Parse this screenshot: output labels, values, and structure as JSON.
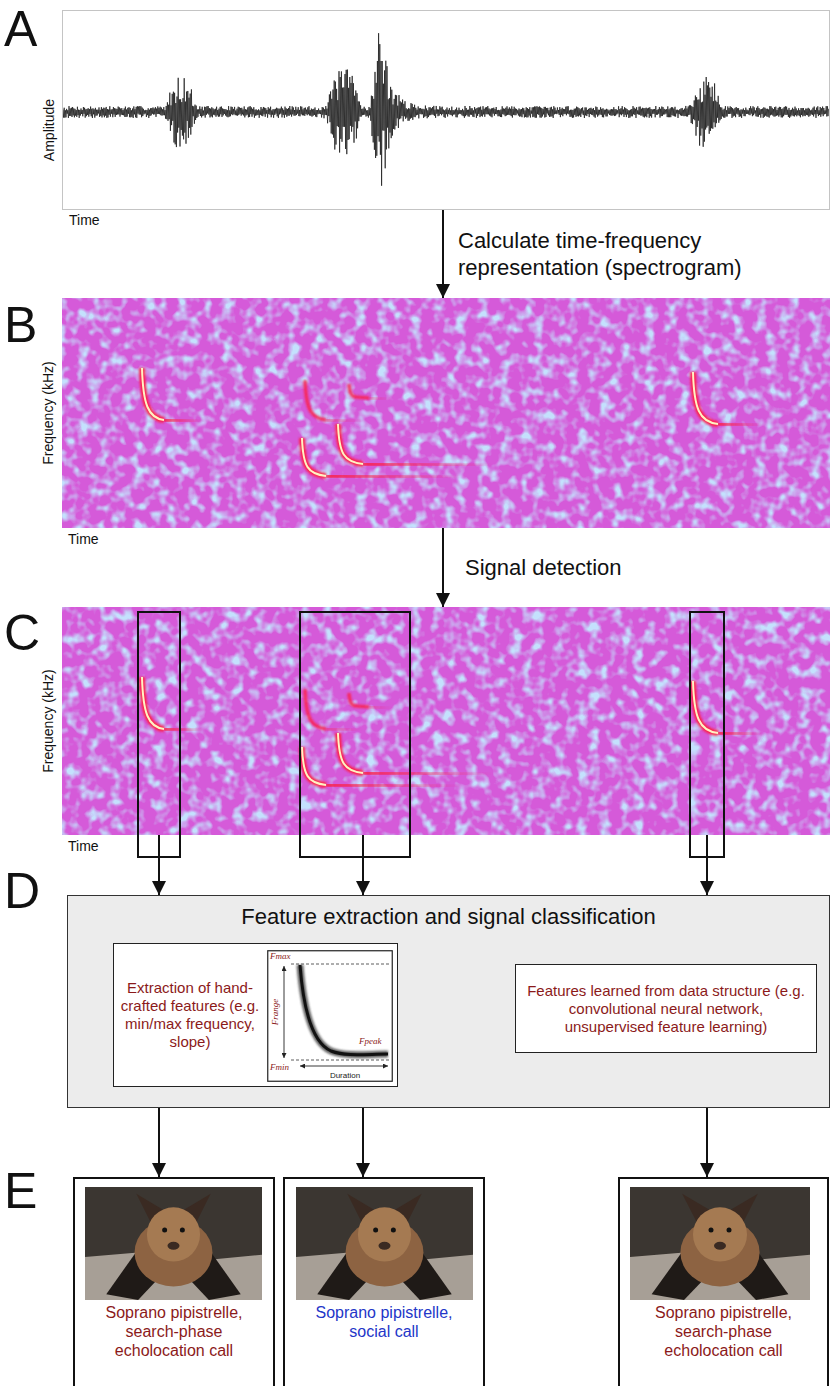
{
  "diagram": {
    "nodes": [
      {
        "text": [
          "Amplitude",
          "Time"
        ]
      },
      {
        "text": [
          "Frequency (kHz)",
          "Time"
        ]
      },
      {
        "text": [
          "Frequency (kHz)",
          "Time"
        ]
      },
      {
        "text": [
          "Feature extraction and signal classification"
        ]
      },
      {
        "text": [
          "Extraction of hand-crafted features (e.g. min/max frequency, slope)"
        ],
        "in": 3
      },
      {
        "text": [
          "Features learned from data structure (e.g. convolutional neural network, unsupervised feature learning)"
        ],
        "in": 3
      },
      {
        "text": [
          "Soprano pipistrelle, search-phase echolocation call"
        ]
      },
      {
        "text": [
          "Soprano pipistrelle, social call"
        ]
      },
      {
        "text": [
          "Soprano pipistrelle, search-phase echolocation call"
        ]
      }
    ],
    "edges": [
      {
        "from": 0,
        "to": 1,
        "arrow": "to",
        "label": "Calculate time-frequency representation (spectrogram)"
      },
      {
        "from": 1,
        "to": 2,
        "arrow": "to",
        "label": "Signal detection"
      },
      {
        "from": 2,
        "to": 3,
        "arrow": "to"
      },
      {
        "from": 2,
        "to": 3,
        "arrow": "to"
      },
      {
        "from": 2,
        "to": 3,
        "arrow": "to"
      },
      {
        "from": 3,
        "to": 6,
        "arrow": "to"
      },
      {
        "from": 3,
        "to": 7,
        "arrow": "to"
      },
      {
        "from": 3,
        "to": 8,
        "arrow": "to"
      }
    ],
    "labels": [
      "A",
      "B",
      "C",
      "D",
      "E",
      "Fmax",
      "Frange",
      "Fpeak",
      "Fmin",
      "Duration"
    ]
  }
}
